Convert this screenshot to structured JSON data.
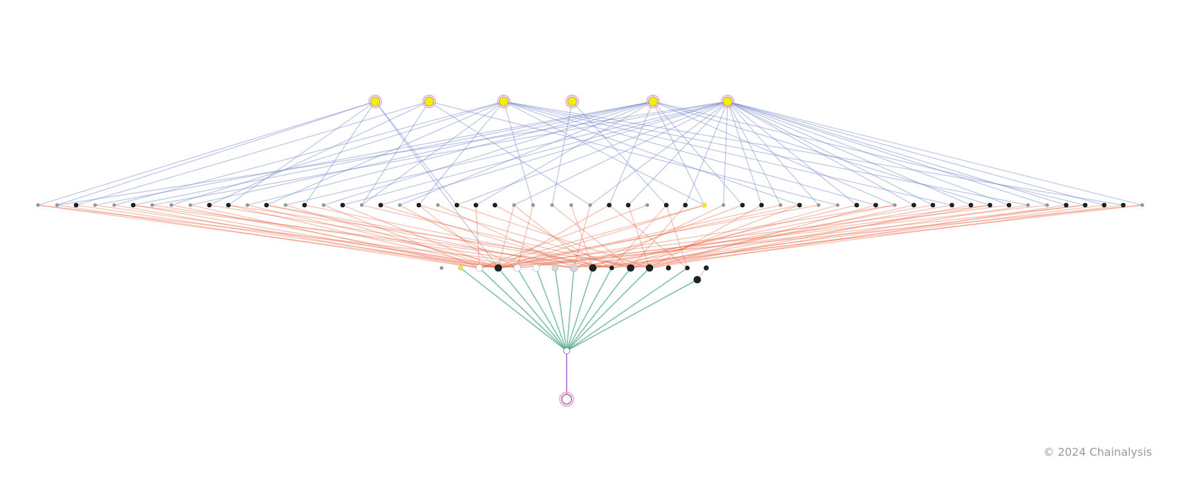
{
  "footer": {
    "copyright": "© 2024 Chainalysis"
  },
  "colors": {
    "edge_top": "#6f82c8",
    "edge_mid": "#e8623e",
    "edge_low": "#3a9e7e",
    "edge_hub": "#c27ad6",
    "node_yellow": "#f5f000",
    "node_black": "#222222",
    "node_grey": "#9a9a9a",
    "node_light": "#d6d6d6",
    "node_white": "#ffffff",
    "ring": "#f3a0b4"
  },
  "graph": {
    "top_nodes": [
      "yellow",
      "yellow",
      "yellow",
      "yellow",
      "yellow",
      "yellow"
    ],
    "mid_nodes": [
      "g",
      "g",
      "b",
      "g",
      "g",
      "b",
      "g",
      "g",
      "g",
      "b",
      "b",
      "g",
      "b",
      "g",
      "b",
      "g",
      "b",
      "g",
      "b",
      "g",
      "b",
      "g",
      "b",
      "b",
      "b",
      "g",
      "g",
      "g",
      "g",
      "g",
      "b",
      "b",
      "g",
      "b",
      "b",
      "y",
      "g",
      "b",
      "b",
      "g",
      "b",
      "g",
      "g",
      "b",
      "b",
      "g",
      "b",
      "b",
      "b",
      "b",
      "b",
      "b",
      "g",
      "g",
      "b",
      "b",
      "b",
      "b",
      "g"
    ],
    "low_nodes": [
      "g",
      "y",
      "w",
      "B",
      "w",
      "w",
      "l",
      "L",
      "B",
      "b",
      "B",
      "B",
      "s",
      "b",
      "s"
    ],
    "extra_node": "B",
    "top_edges": [
      [
        0,
        1,
        10,
        14,
        22
      ],
      [
        2,
        9,
        17,
        29,
        42
      ],
      [
        4,
        7,
        12,
        17,
        20,
        26,
        35,
        40,
        44,
        48,
        52,
        57
      ],
      [
        27,
        33
      ],
      [
        3,
        5,
        8,
        11,
        15,
        19,
        23,
        30,
        35,
        37,
        45,
        50,
        55
      ],
      [
        1,
        6,
        13,
        16,
        18,
        22,
        25,
        29,
        31,
        34,
        36,
        38,
        39,
        41,
        43,
        46,
        47,
        49,
        51,
        53,
        54,
        56,
        58
      ]
    ],
    "top_to_low": [
      [
        0,
        3
      ]
    ],
    "mid_to_low": [
      3,
      2,
      3,
      4,
      2,
      3,
      7,
      3,
      2,
      8,
      3,
      4,
      7,
      3,
      9,
      2,
      3,
      10,
      8,
      4,
      3,
      7,
      11,
      2,
      9,
      3,
      4,
      10,
      8,
      7,
      3,
      11,
      2,
      9,
      10,
      3,
      8,
      7,
      11,
      3,
      10,
      2,
      9,
      8,
      11,
      3,
      10,
      7,
      8,
      11,
      9,
      4,
      10,
      3,
      11,
      8,
      9,
      10,
      3
    ],
    "mid_to_low_extra": [
      [
        0,
        7
      ],
      [
        5,
        9
      ],
      [
        10,
        11
      ],
      [
        20,
        10
      ],
      [
        30,
        13
      ],
      [
        40,
        3
      ],
      [
        45,
        7
      ],
      [
        50,
        2
      ],
      [
        55,
        4
      ],
      [
        58,
        8
      ],
      [
        12,
        9
      ],
      [
        25,
        8
      ],
      [
        35,
        2
      ],
      [
        33,
        13
      ]
    ],
    "low_to_hub": [
      1,
      2,
      3,
      4,
      5,
      6,
      7,
      8,
      9,
      10,
      11,
      13
    ],
    "extra_to_low": 14
  }
}
